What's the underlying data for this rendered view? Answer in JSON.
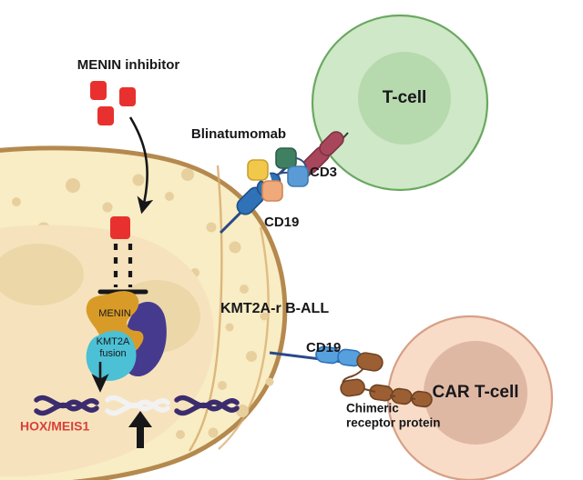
{
  "figure": {
    "kind": "biomedical-mechanism-diagram",
    "subject": "KMT2A-rearranged B-ALL immunotherapy and MENIN inhibition",
    "background_color": "#ffffff"
  },
  "labels": {
    "menin_inhibitor": "MENIN inhibitor",
    "blinatumomab": "Blinatumomab",
    "cd3": "CD3",
    "cd19_top": "CD19",
    "cd19_bottom": "CD19",
    "tcell": "T-cell",
    "car_tcell": "CAR T-cell",
    "ball_cell": "KMT2A-r B-ALL",
    "chimeric_receptor_line1": "Chimeric",
    "chimeric_receptor_line2": "receptor protein",
    "menin_protein": "MENIN",
    "kmt2a_line1": "KMT2A",
    "kmt2a_line2": "fusion",
    "hox_meis1": "HOX/MEIS1"
  },
  "colors": {
    "ball_cytoplasm": "#f8edc4",
    "ball_membrane": "#b5894e",
    "ball_nucleus": "#f6e3bd",
    "ball_nucleolus": "#ecd7a9",
    "cytoplasm_speckle": "#e8cf9e",
    "tcell_body": "#cfe8c8",
    "tcell_membrane": "#6aa860",
    "tcell_nucleus": "#b7d9ae",
    "car_body": "#f8dcc8",
    "car_membrane": "#d79f86",
    "car_nucleus": "#dfb8a4",
    "inhibitor_red": "#e8312e",
    "menin_gold": "#d99b28",
    "kmt2a_cyan": "#4cc0d4",
    "fusion_purple": "#463a8f",
    "dna_purple": "#3b2c6e",
    "dna_faded": "#f0f0f0",
    "cd3_maroon": "#a8465c",
    "cd19_blue": "#2f72b8",
    "cd19_light_blue": "#56a0dd",
    "bite_yellow": "#f2c84b",
    "bite_green": "#3f7f62",
    "bite_blue": "#5b9bd5",
    "bite_orange": "#f0a97a",
    "chimeric_brown": "#9c5f33",
    "hox_text_red": "#d9413a",
    "arrow_black": "#17171a"
  },
  "elements": {
    "inhibitor_squares_free": 3,
    "inhibitor_square_bound": 1,
    "dna_helices_total": 3,
    "dna_helices_active": 2,
    "dna_helices_faded": 1,
    "bite_domains": 4,
    "chimeric_domains": 5,
    "cd19_receptors": 2
  }
}
